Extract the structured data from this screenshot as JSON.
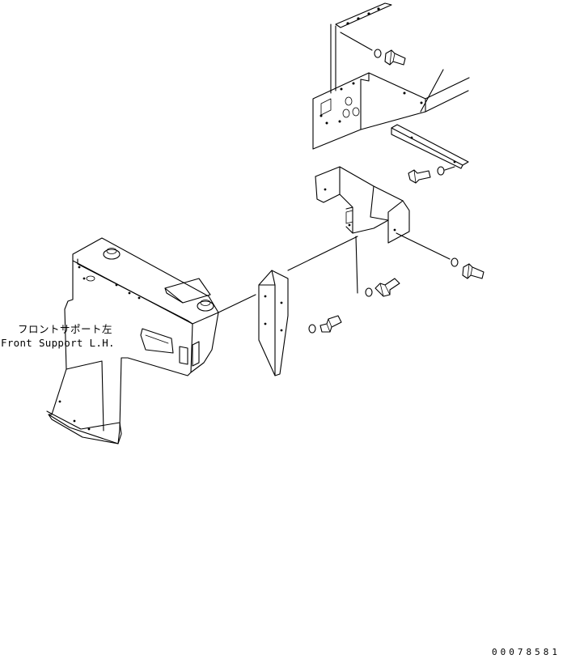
{
  "callouts": {
    "front_support_lh_ja": "フロントサポート左",
    "front_support_lh_en": "Front Support L.H."
  },
  "drawing_code": "00078581"
}
